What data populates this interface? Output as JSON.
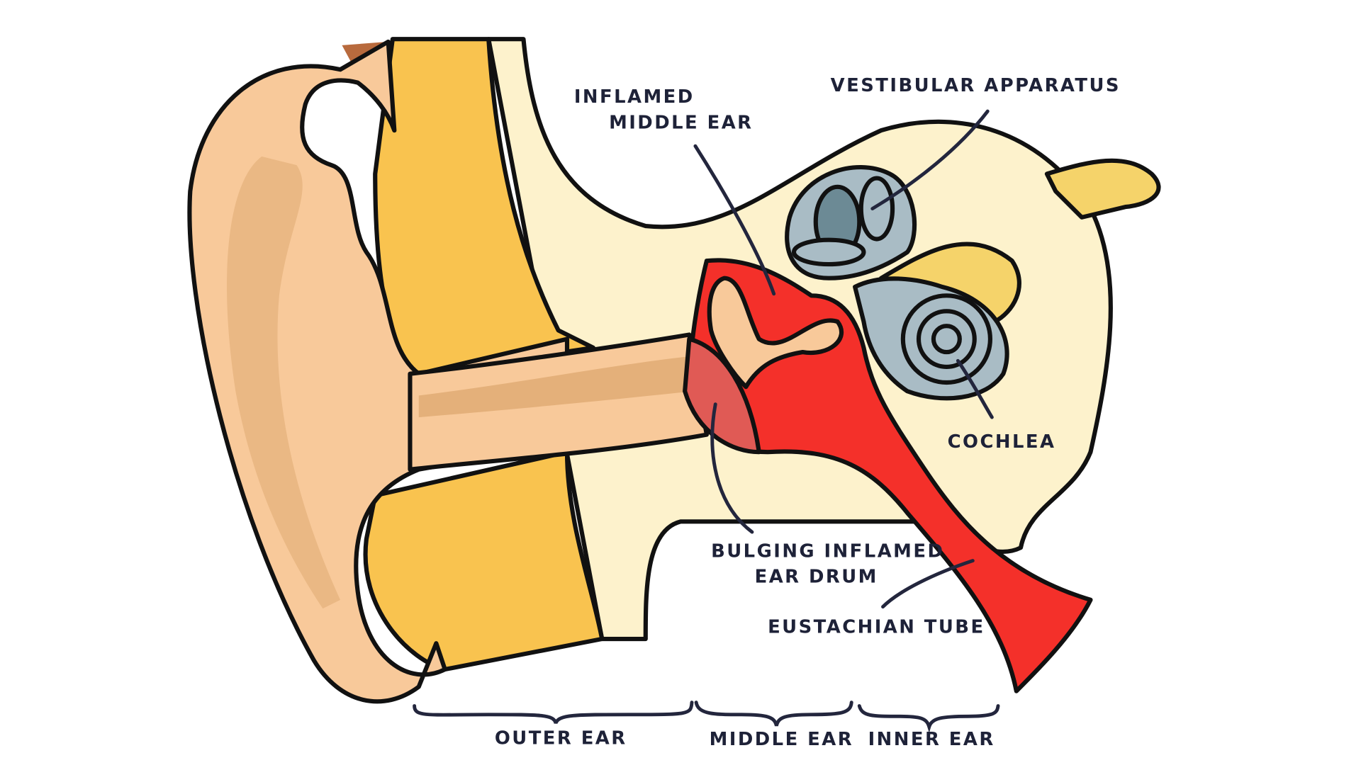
{
  "diagram": {
    "labels": {
      "inflamed_middle_ear_1": "INFLAMED",
      "inflamed_middle_ear_2": "MIDDLE EAR",
      "vestibular": "VESTIBULAR APPARATUS",
      "cochlea": "COCHLEA",
      "ear_drum_1": "BULGING INFLAMED",
      "ear_drum_2": "EAR DRUM",
      "eustachian": "EUSTACHIAN TUBE",
      "outer_ear": "OUTER EAR",
      "middle_ear": "MIDDLE EAR",
      "inner_ear": "INNER EAR"
    },
    "colors": {
      "skin": "#F8C99A",
      "skin_shade": "#E4B07A",
      "fat": "#F9C34F",
      "bone": "#FDF2CC",
      "inflamed": "#F4302A",
      "ear_drum": "#E05A55",
      "inner_ear": "#A9BCC5",
      "nerve": "#F5D36A"
    }
  }
}
